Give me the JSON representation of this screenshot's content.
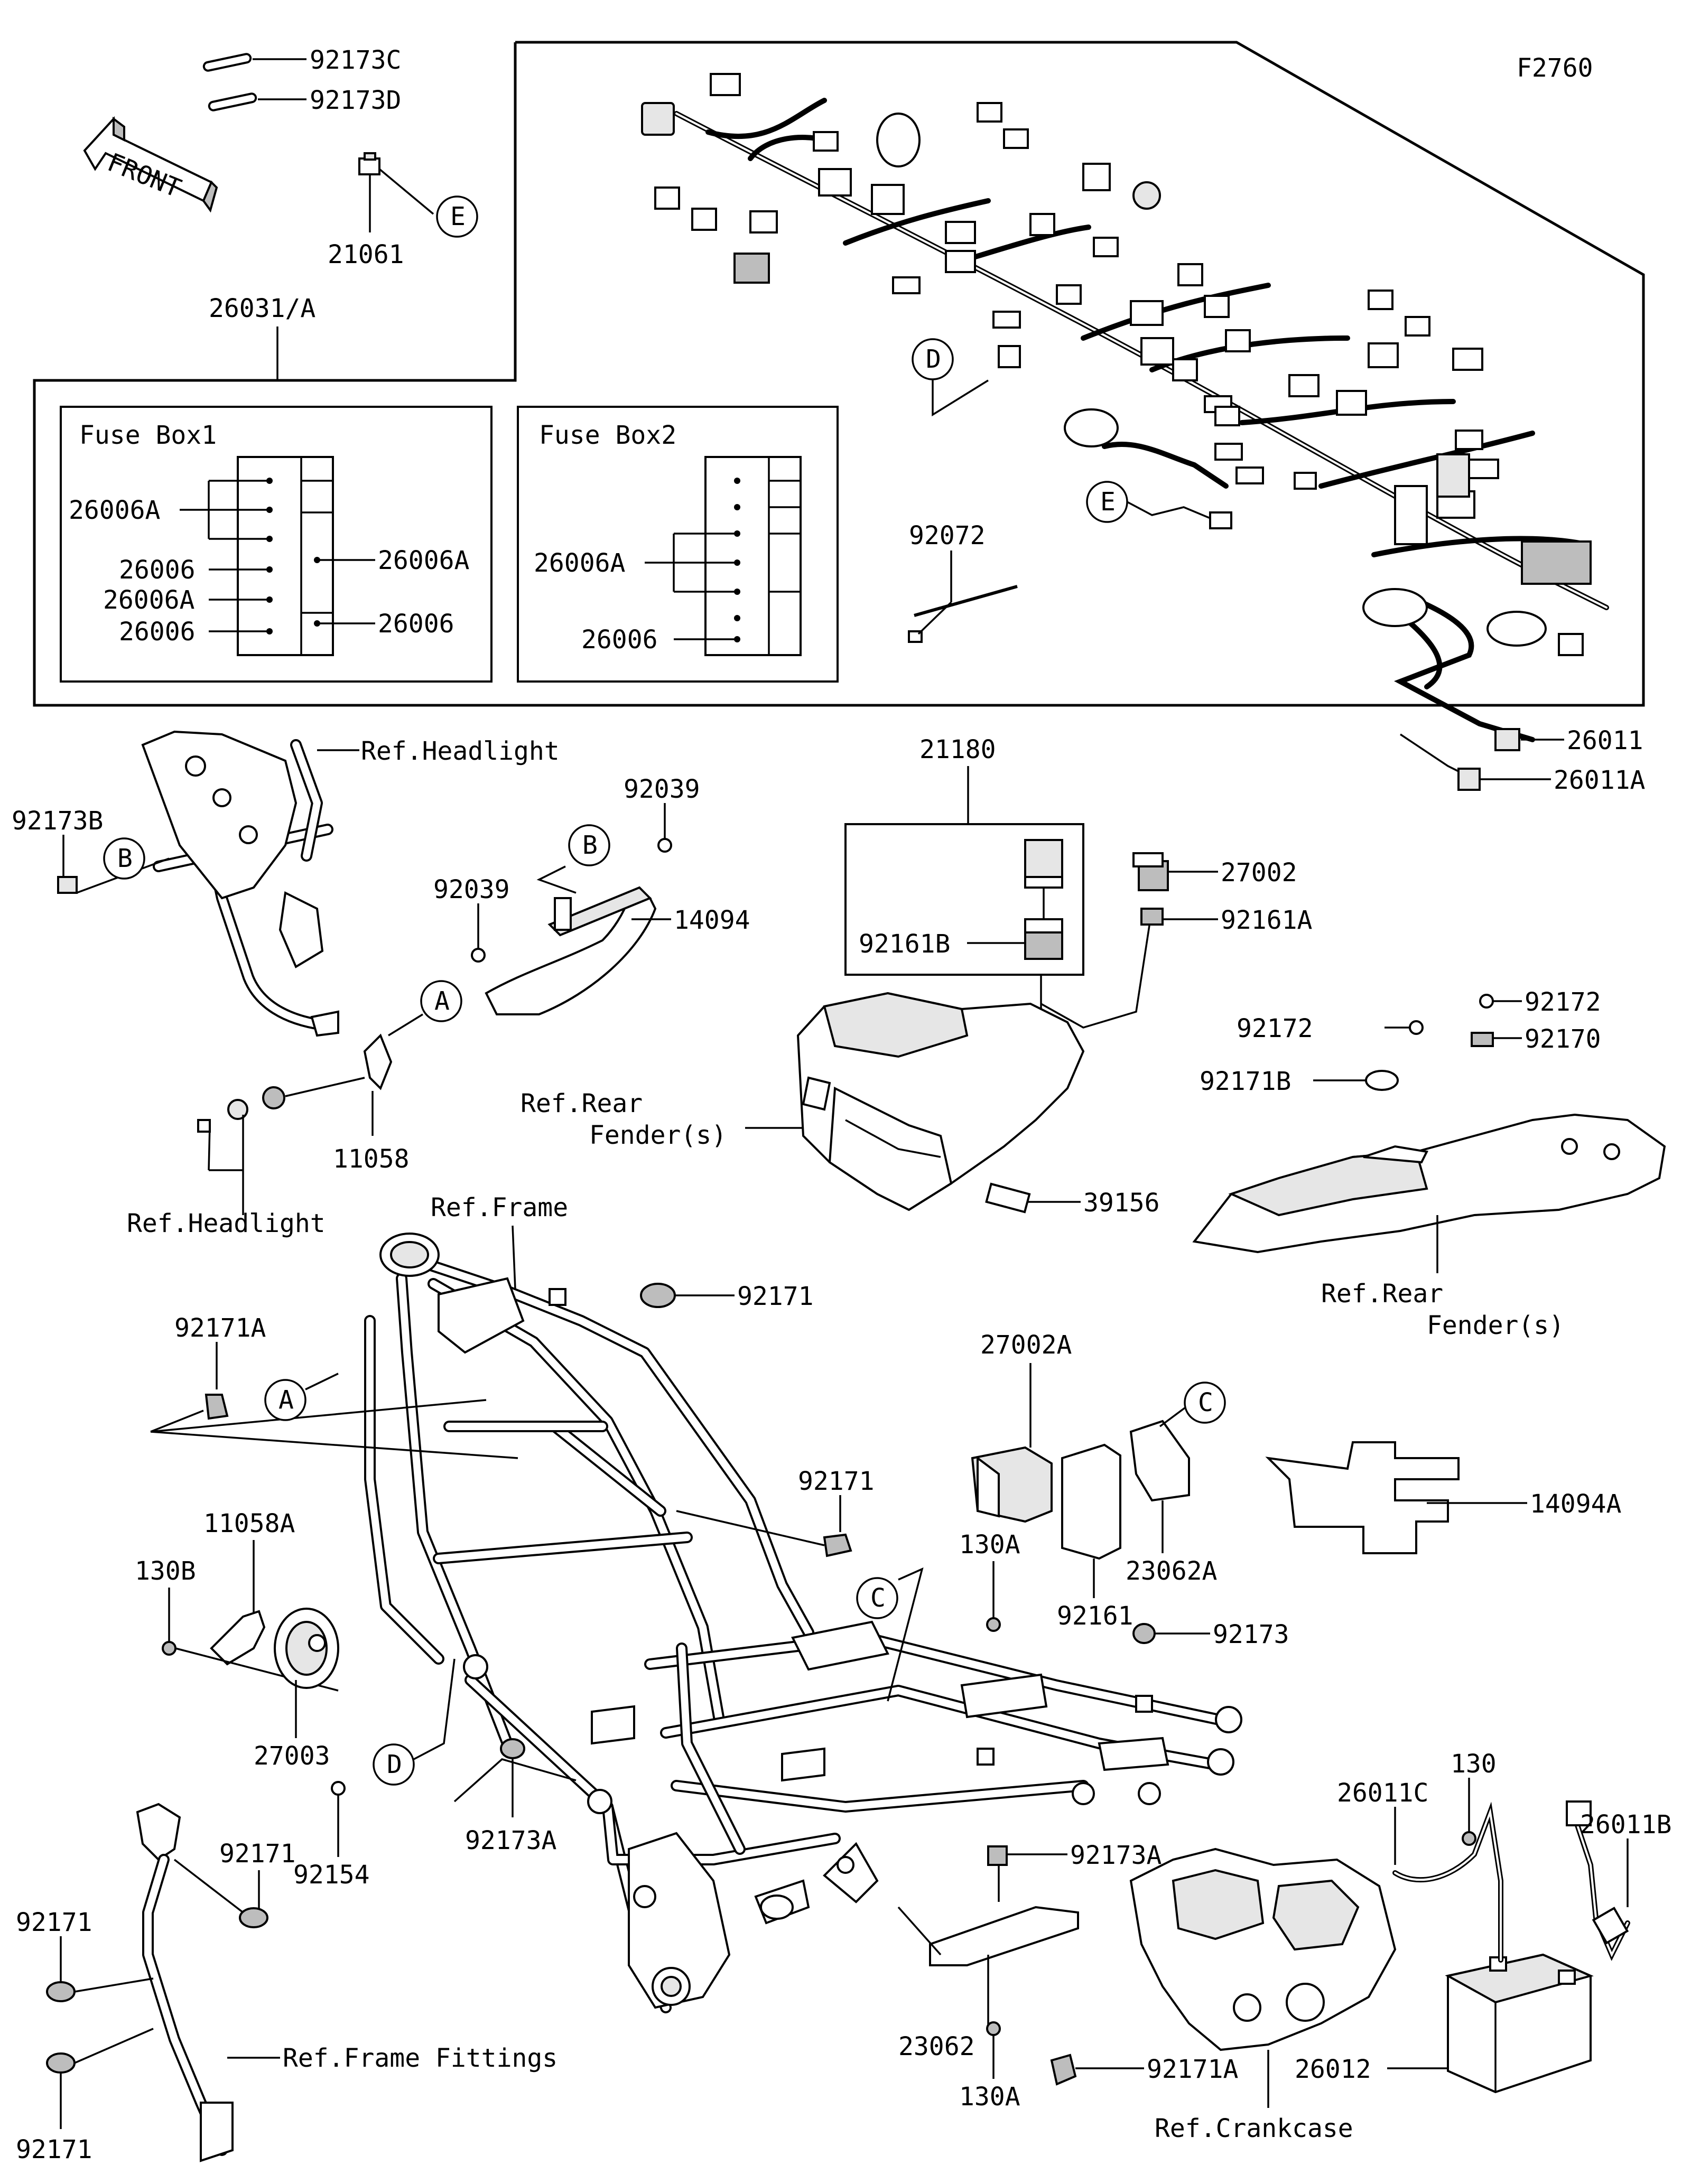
{
  "diagram_id": "F2760",
  "front_label": "FRONT",
  "harness_label": "26031/A",
  "fuse_box1": {
    "title": "Fuse Box1",
    "labels": [
      "26006A",
      "26006",
      "26006A",
      "26006",
      "26006A",
      "26006"
    ]
  },
  "fuse_box2": {
    "title": "Fuse Box2",
    "labels": [
      "26006A",
      "26006"
    ]
  },
  "callouts": [
    "A",
    "B",
    "C",
    "D",
    "E"
  ],
  "parts": {
    "p92173C": "92173C",
    "p92173D": "92173D",
    "p21061": "21061",
    "p92072": "92072",
    "p26011": "26011",
    "p26011A": "26011A",
    "p92173B": "92173B",
    "p92039a": "92039",
    "p92039b": "92039",
    "p14094": "14094",
    "p11058": "11058",
    "p21180": "21180",
    "p92161B": "92161B",
    "p27002": "27002",
    "p92161A": "92161A",
    "p39156": "39156",
    "p92172a": "92172",
    "p92172b": "92172",
    "p92170": "92170",
    "p92171B": "92171B",
    "p92171a": "92171",
    "p92171A_a": "92171A",
    "p27002A": "27002A",
    "p92171b": "92171",
    "p14094A": "14094A",
    "p11058A": "11058A",
    "p130B": "130B",
    "p130A_a": "130A",
    "p92161": "92161",
    "p23062A": "23062A",
    "p92173": "92173",
    "p27003": "27003",
    "p92154": "92154",
    "p92173A_a": "92173A",
    "p92173A_b": "92173A",
    "p130": "130",
    "p26011C": "26011C",
    "p26011B": "26011B",
    "p92171c": "92171",
    "p92171d": "92171",
    "p92171e": "92171",
    "p23062": "23062",
    "p130A_b": "130A",
    "p92171A_b": "92171A",
    "p26012": "26012"
  },
  "refs": {
    "headlight_top": "Ref.Headlight",
    "headlight_bottom": "Ref.Headlight",
    "frame": "Ref.Frame",
    "rear_fender_left_1": "Ref.Rear",
    "rear_fender_left_2": "Fender(s)",
    "rear_fender_right_1": "Ref.Rear",
    "rear_fender_right_2": "Fender(s)",
    "frame_fittings": "Ref.Frame Fittings",
    "crankcase": "Ref.Crankcase"
  }
}
